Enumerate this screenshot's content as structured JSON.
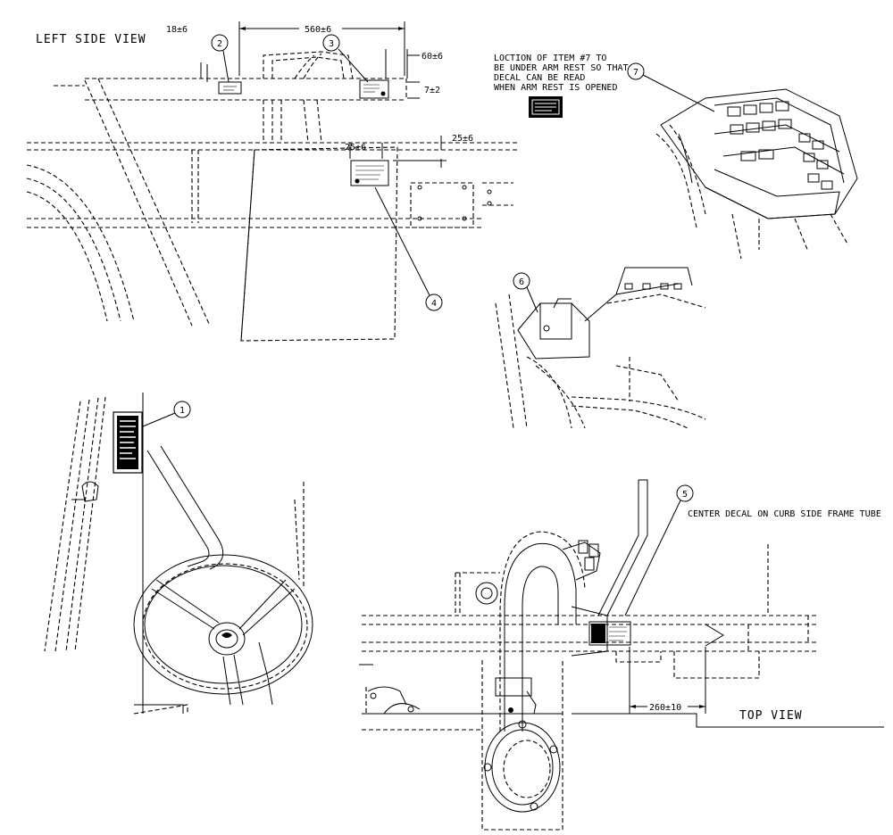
{
  "views": {
    "left_side_title": "LEFT SIDE VIEW",
    "top_title": "TOP VIEW"
  },
  "notes": {
    "item7_line1": "LOCTION OF ITEM #7 TO",
    "item7_line2": "BE UNDER ARM REST SO THAT",
    "item7_line3": "DECAL CAN BE READ",
    "item7_line4": "WHEN ARM REST IS OPENED",
    "item5": "CENTER DECAL ON CURB SIDE FRAME TUBE"
  },
  "dimensions": {
    "d560": "560±6",
    "d18": "18±6",
    "d60": "60±6",
    "d7": "7±2",
    "d25a": "25±6",
    "d25b": "25±6",
    "d260": "260±10"
  },
  "callouts": {
    "c1": "1",
    "c2": "2",
    "c3": "3",
    "c4": "4",
    "c5": "5",
    "c6": "6",
    "c7": "7"
  }
}
